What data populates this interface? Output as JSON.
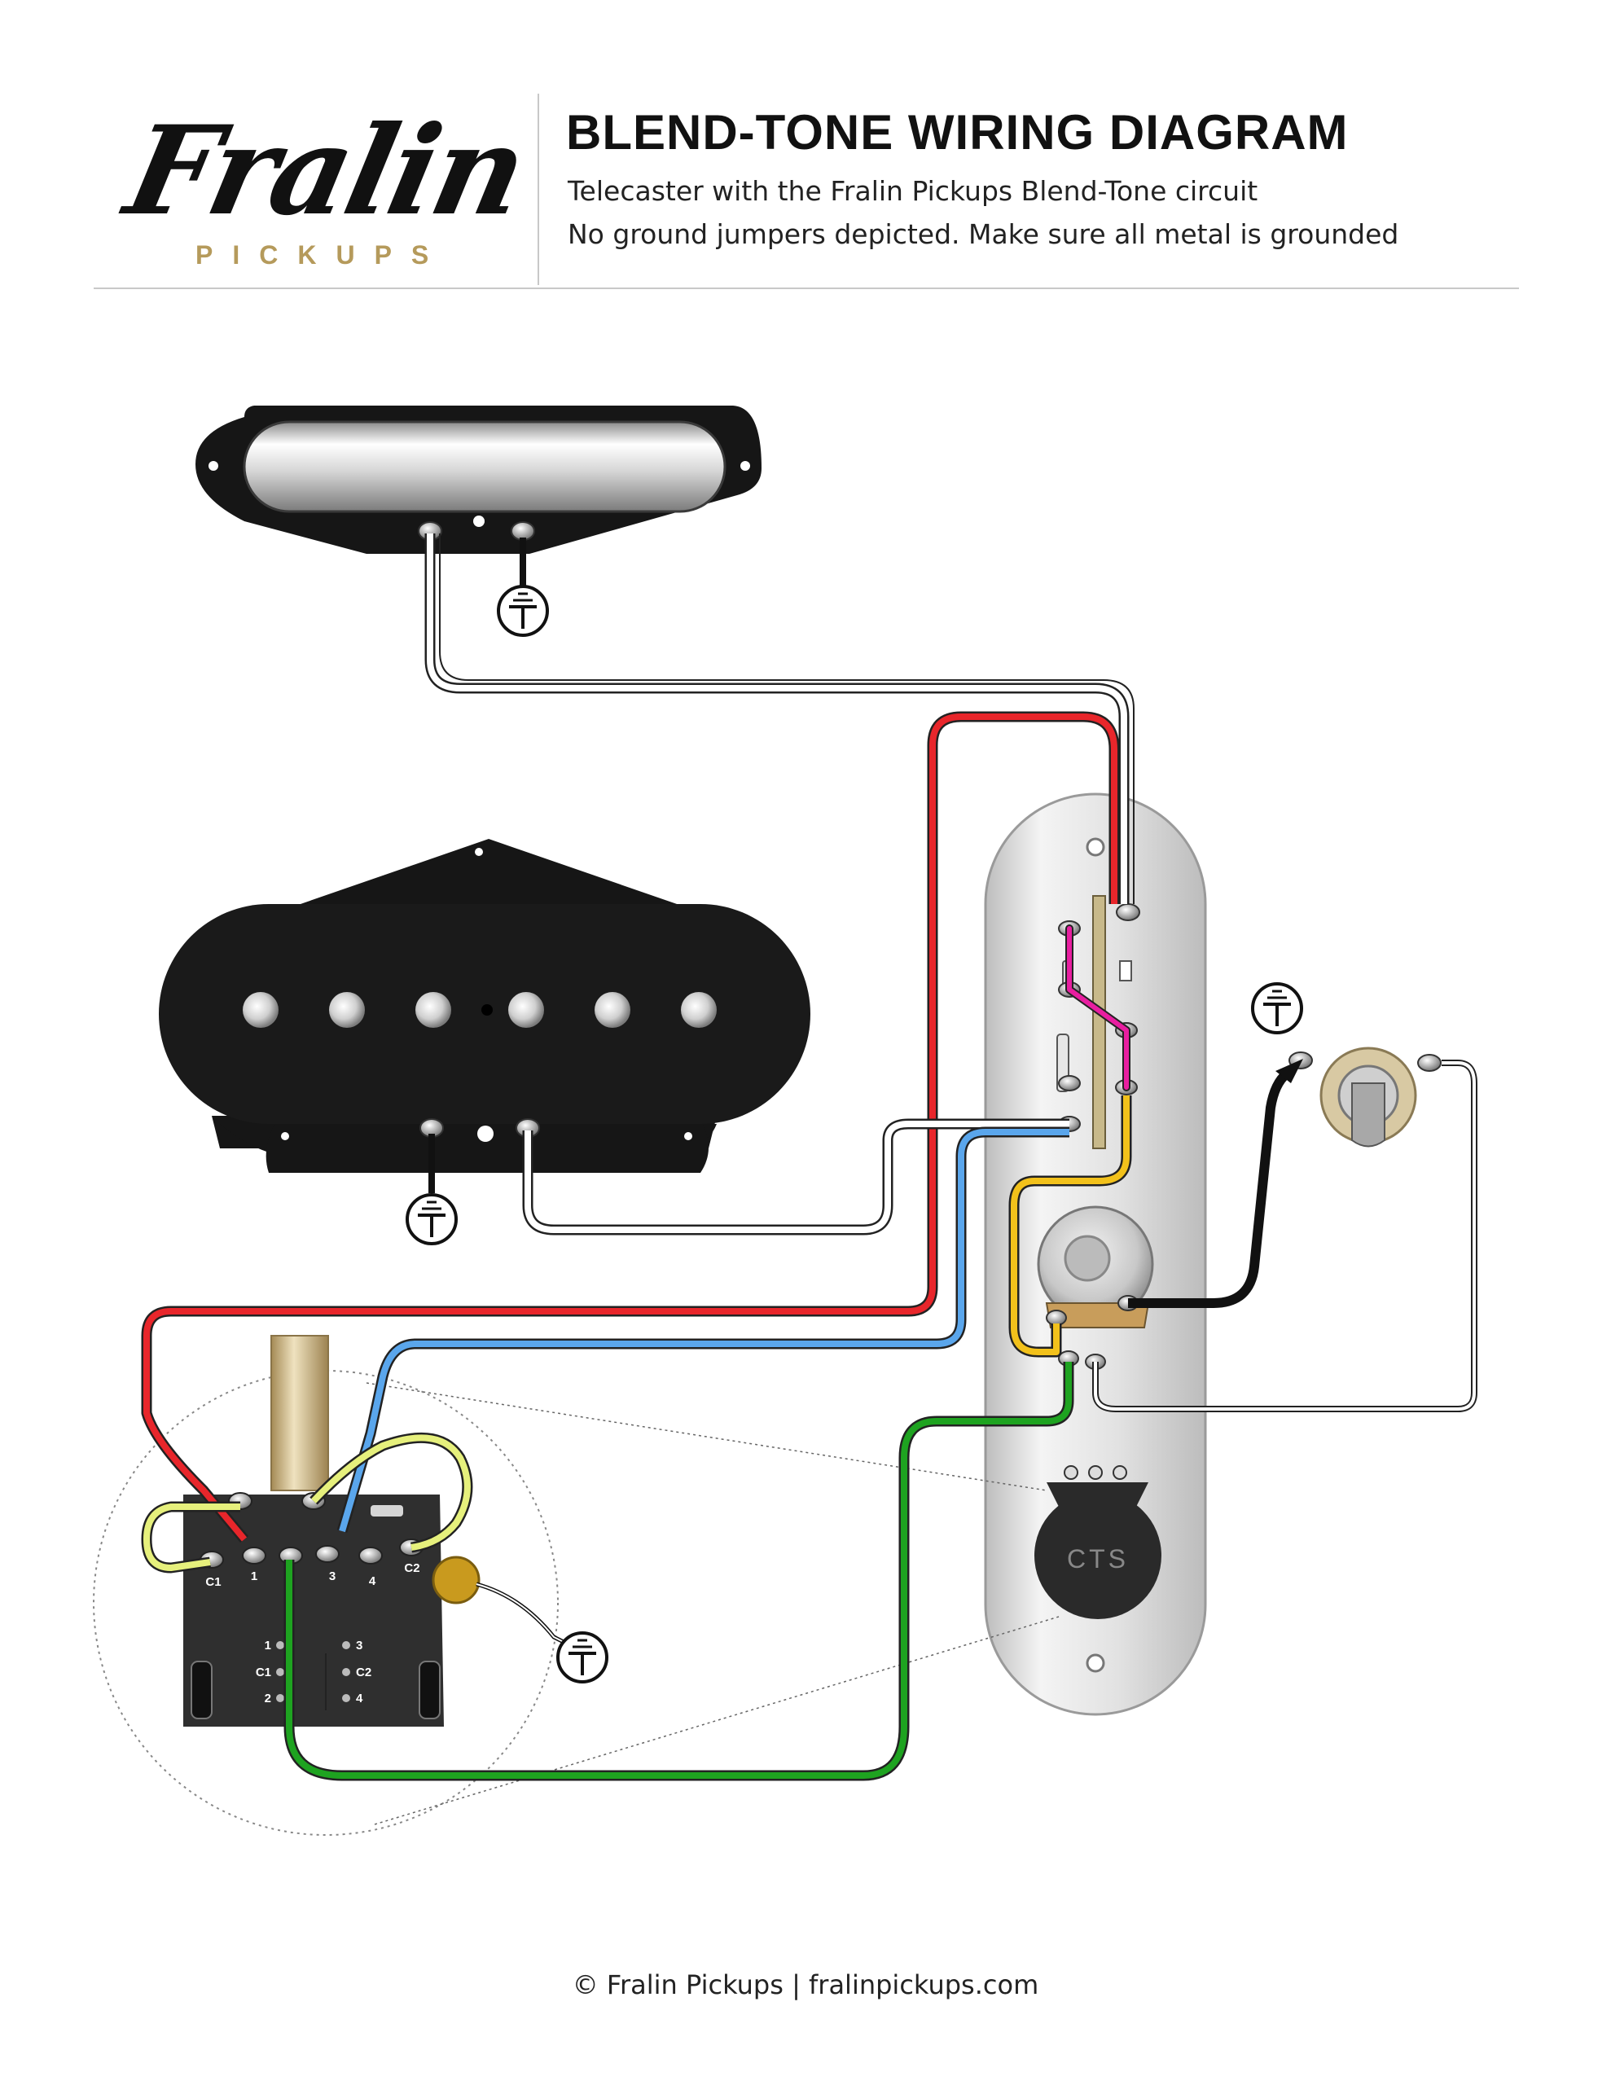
{
  "header": {
    "logo_word": "Fralin",
    "logo_sub": "PICKUPS",
    "title": "BLEND-TONE WIRING DIAGRAM",
    "subtitle_1": "Telecaster with the Fralin Pickups Blend-Tone circuit",
    "subtitle_2": "No ground jumpers depicted. Make sure all metal is grounded"
  },
  "pot_terminals": {
    "c1": "C1",
    "t1": "1",
    "t3": "3",
    "t4": "4",
    "c2": "C2",
    "back_1": "1",
    "back_c1": "C1",
    "back_2": "2",
    "back_3": "3",
    "back_c2": "C2",
    "back_4": "4"
  },
  "volume_pot_label": "CTS",
  "colors": {
    "red": "#e8262b",
    "blue": "#5aa6ec",
    "green": "#1ea320",
    "yellow": "#f2c11b",
    "pink": "#e81ea0",
    "lime": "#e6f07c",
    "black": "#111111"
  },
  "footer": "© Fralin Pickups | fralinpickups.com"
}
